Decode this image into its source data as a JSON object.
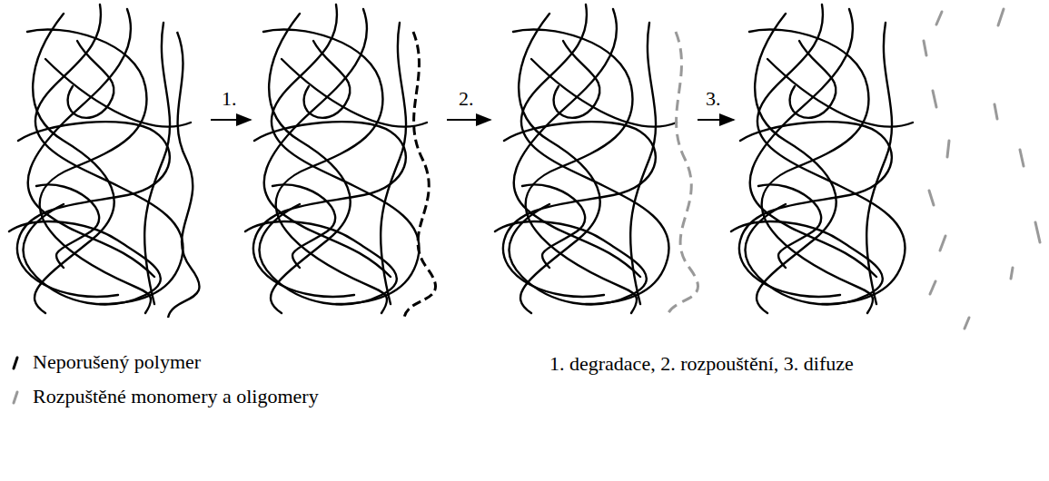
{
  "diagram": {
    "labels": [
      "1.",
      "2.",
      "3.",
      "1. degradace, 2. rozpouštění, 3. difuze"
    ],
    "legend": [
      {
        "text": "Neporušený polymer"
      },
      {
        "text": "Rozpuštěné monomery a oligomery"
      }
    ]
  }
}
